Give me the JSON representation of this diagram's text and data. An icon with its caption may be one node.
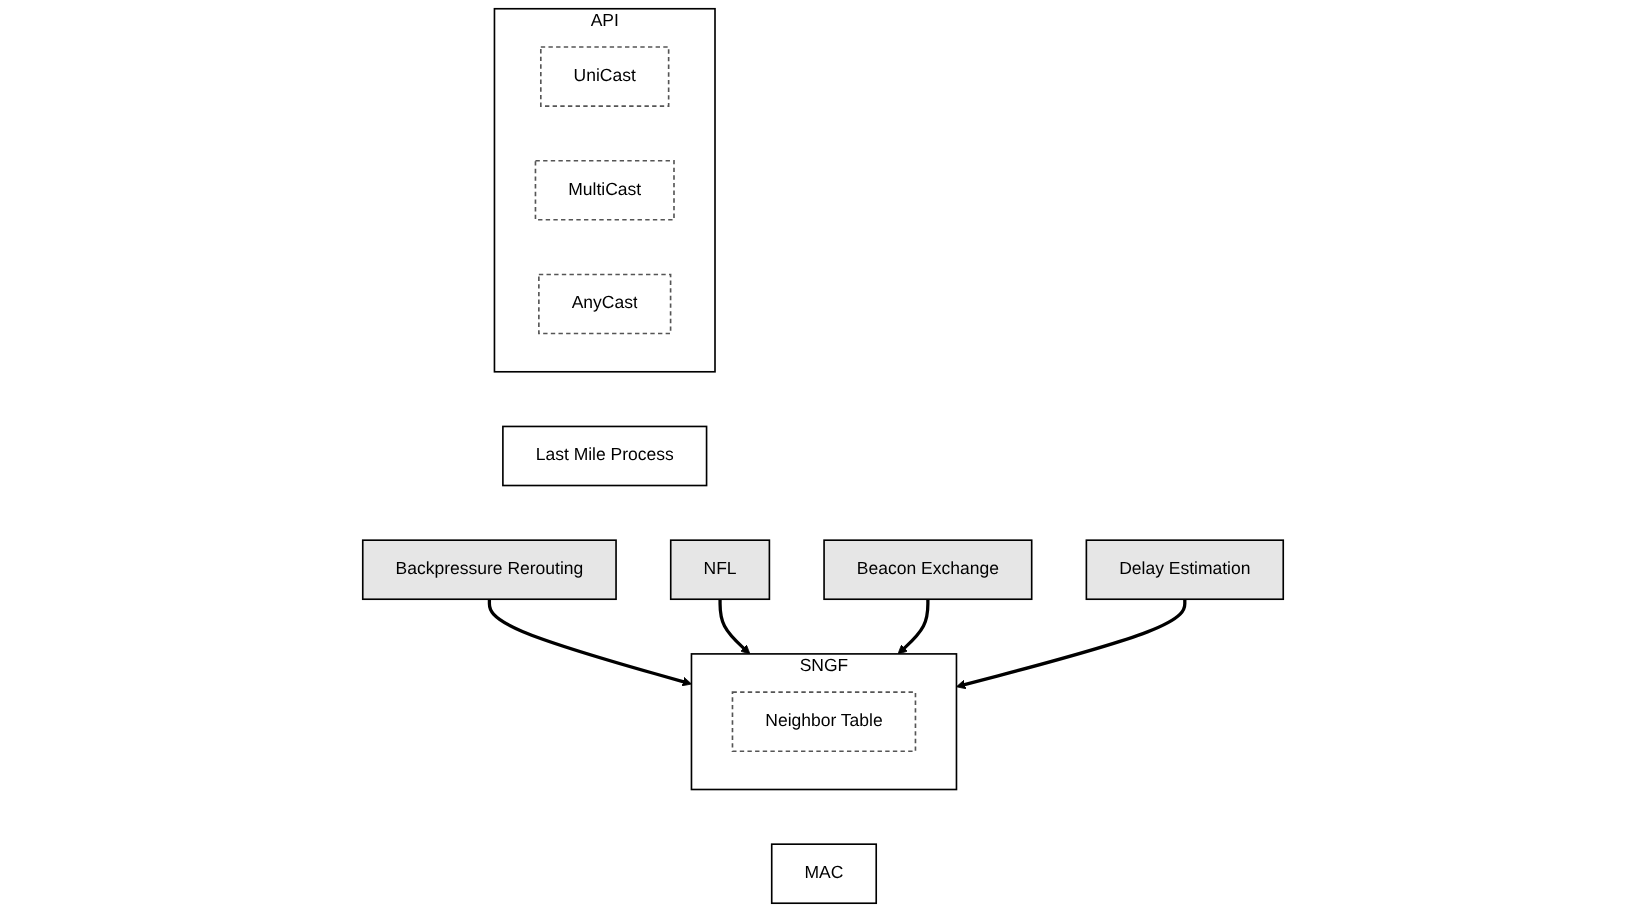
{
  "diagram": {
    "nodes": [
      {
        "text": [
          "API"
        ]
      },
      {
        "text": [
          "UniCast"
        ],
        "in": 0
      },
      {
        "text": [
          "MultiCast"
        ],
        "in": 0
      },
      {
        "text": [
          "AnyCast"
        ],
        "in": 0
      },
      {
        "text": [
          "Last Mile Process"
        ]
      },
      {
        "text": [
          "Backpressure Rerouting"
        ]
      },
      {
        "text": [
          "SNGF"
        ]
      },
      {
        "text": [
          "Neighbor Table"
        ],
        "in": 6
      },
      {
        "text": [
          "NFL"
        ]
      },
      {
        "text": [
          "Beacon Exchange"
        ]
      },
      {
        "text": [
          "Delay Estimation"
        ]
      },
      {
        "text": [
          "MAC"
        ]
      }
    ],
    "edges": [
      {
        "from": 5,
        "to": 6,
        "arrow": "to"
      },
      {
        "from": 8,
        "to": 6,
        "arrow": "to"
      },
      {
        "from": 9,
        "to": 6,
        "arrow": "to"
      },
      {
        "from": 10,
        "to": 6,
        "arrow": "to"
      }
    ]
  }
}
